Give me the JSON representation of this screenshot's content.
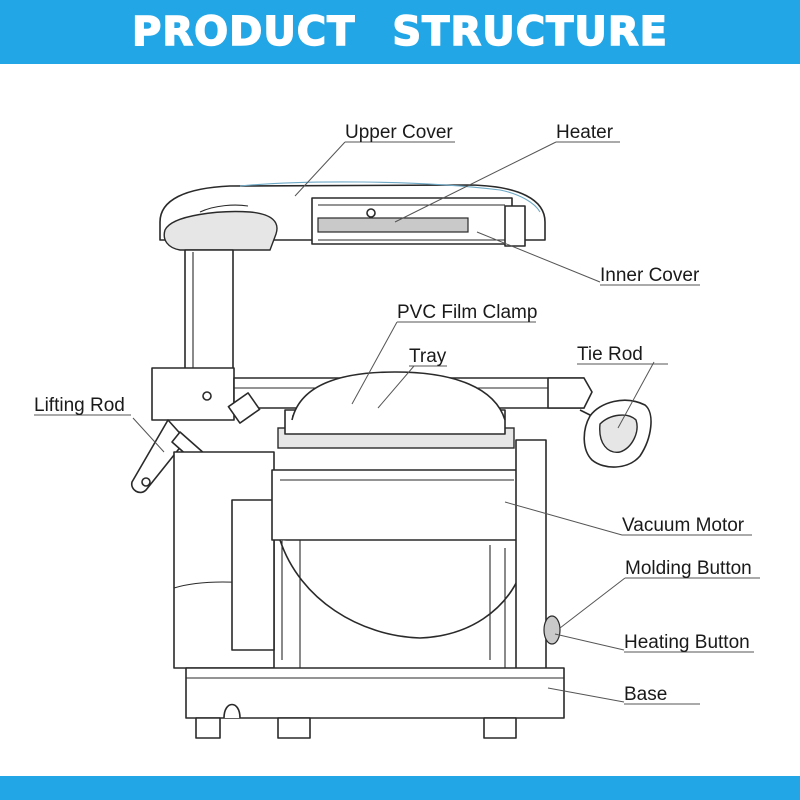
{
  "header": {
    "title": "PRODUCT STRUCTURE"
  },
  "labels": {
    "upper_cover": "Upper Cover",
    "heater": "Heater",
    "inner_cover": "Inner Cover",
    "pvc_film_clamp": "PVC Film Clamp",
    "tray": "Tray",
    "tie_rod": "Tie Rod",
    "lifting_rod": "Lifting Rod",
    "vacuum_motor": "Vacuum Motor",
    "molding_button": "Molding Button",
    "heating_button": "Heating Button",
    "base": "Base"
  },
  "colors": {
    "banner": "#22a6e6",
    "banner_text": "#ffffff",
    "line": "#2a2a2a"
  }
}
